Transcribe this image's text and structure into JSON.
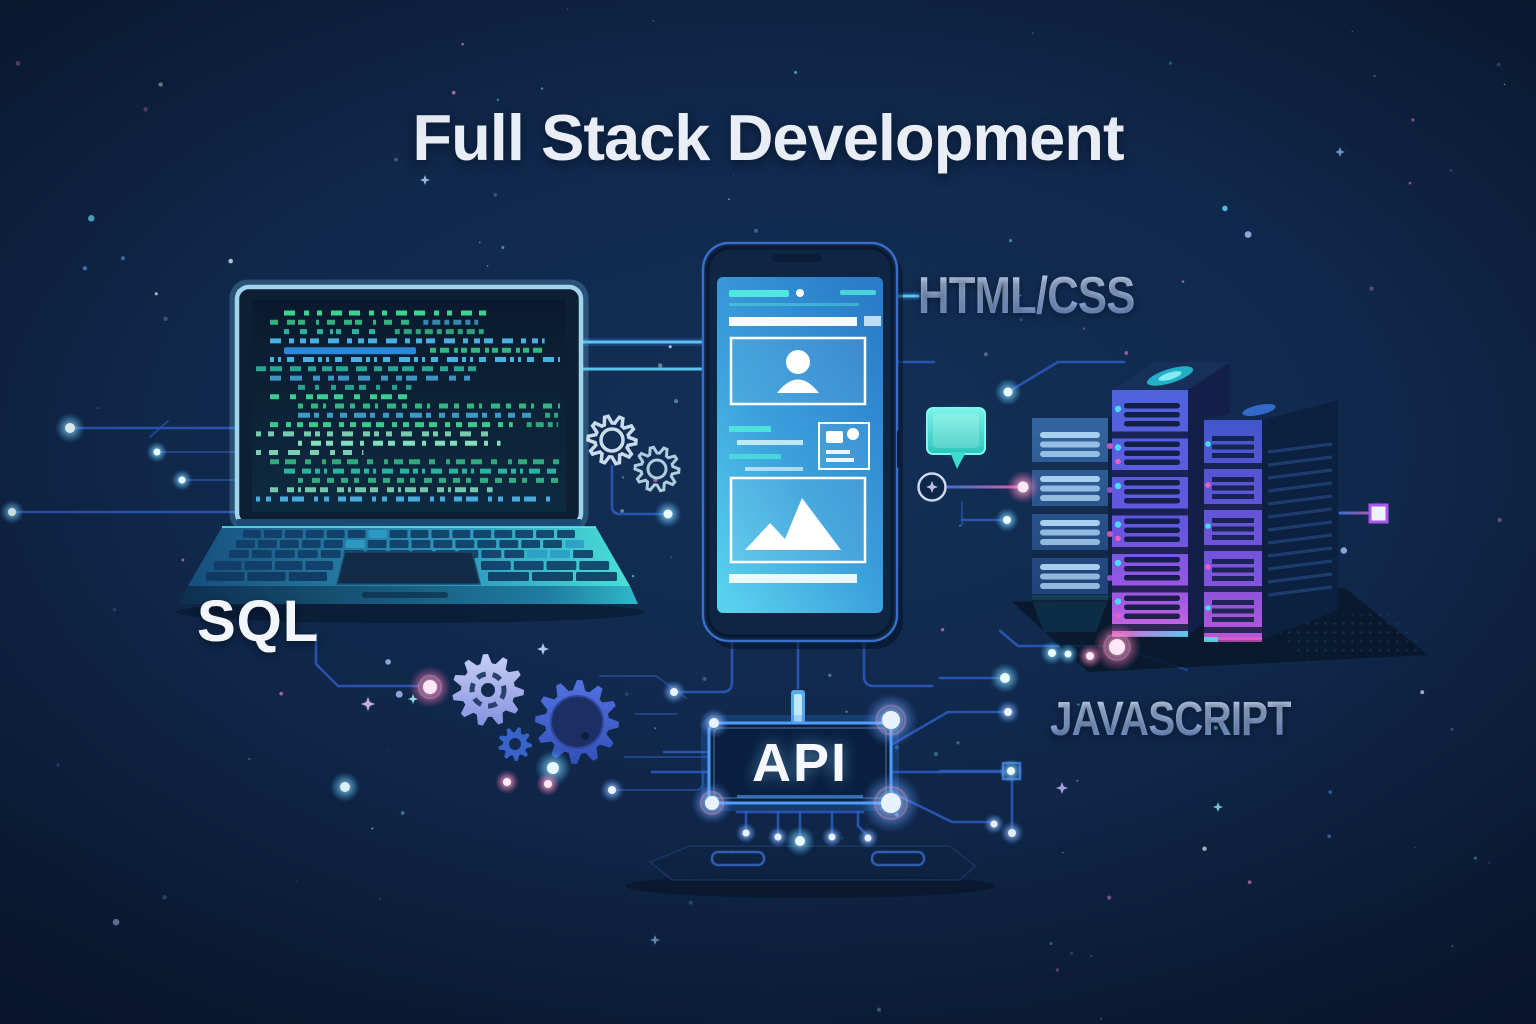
{
  "title": "Full Stack Development",
  "nodes": {
    "frontend_label": "HTML/CSS",
    "database_label": "SQL",
    "script_label": "JAVASCRIPT",
    "api_label": "API"
  },
  "icons": {
    "laptop": "laptop-code-icon",
    "phone": "smartphone-app-icon",
    "servers": "server-rack-icon",
    "gears": "gears-icon",
    "chat": "chat-bubble-icon",
    "api_chip": "api-chip-icon"
  },
  "colors": {
    "background": "#0f2546",
    "title": "#e9eef6",
    "tech_label_blue": "#a9c8f0",
    "circuit_blue": "#2d5cc0",
    "glow_cyan": "#5ecdf4",
    "glow_pink": "#f0549e",
    "code_green": "#3edc96",
    "phone_screen_blue": "#3ba0dc",
    "bubble_teal": "#45e8d8",
    "api_border_blue": "#4f9ef8",
    "server_purple": "#7a54dc"
  }
}
